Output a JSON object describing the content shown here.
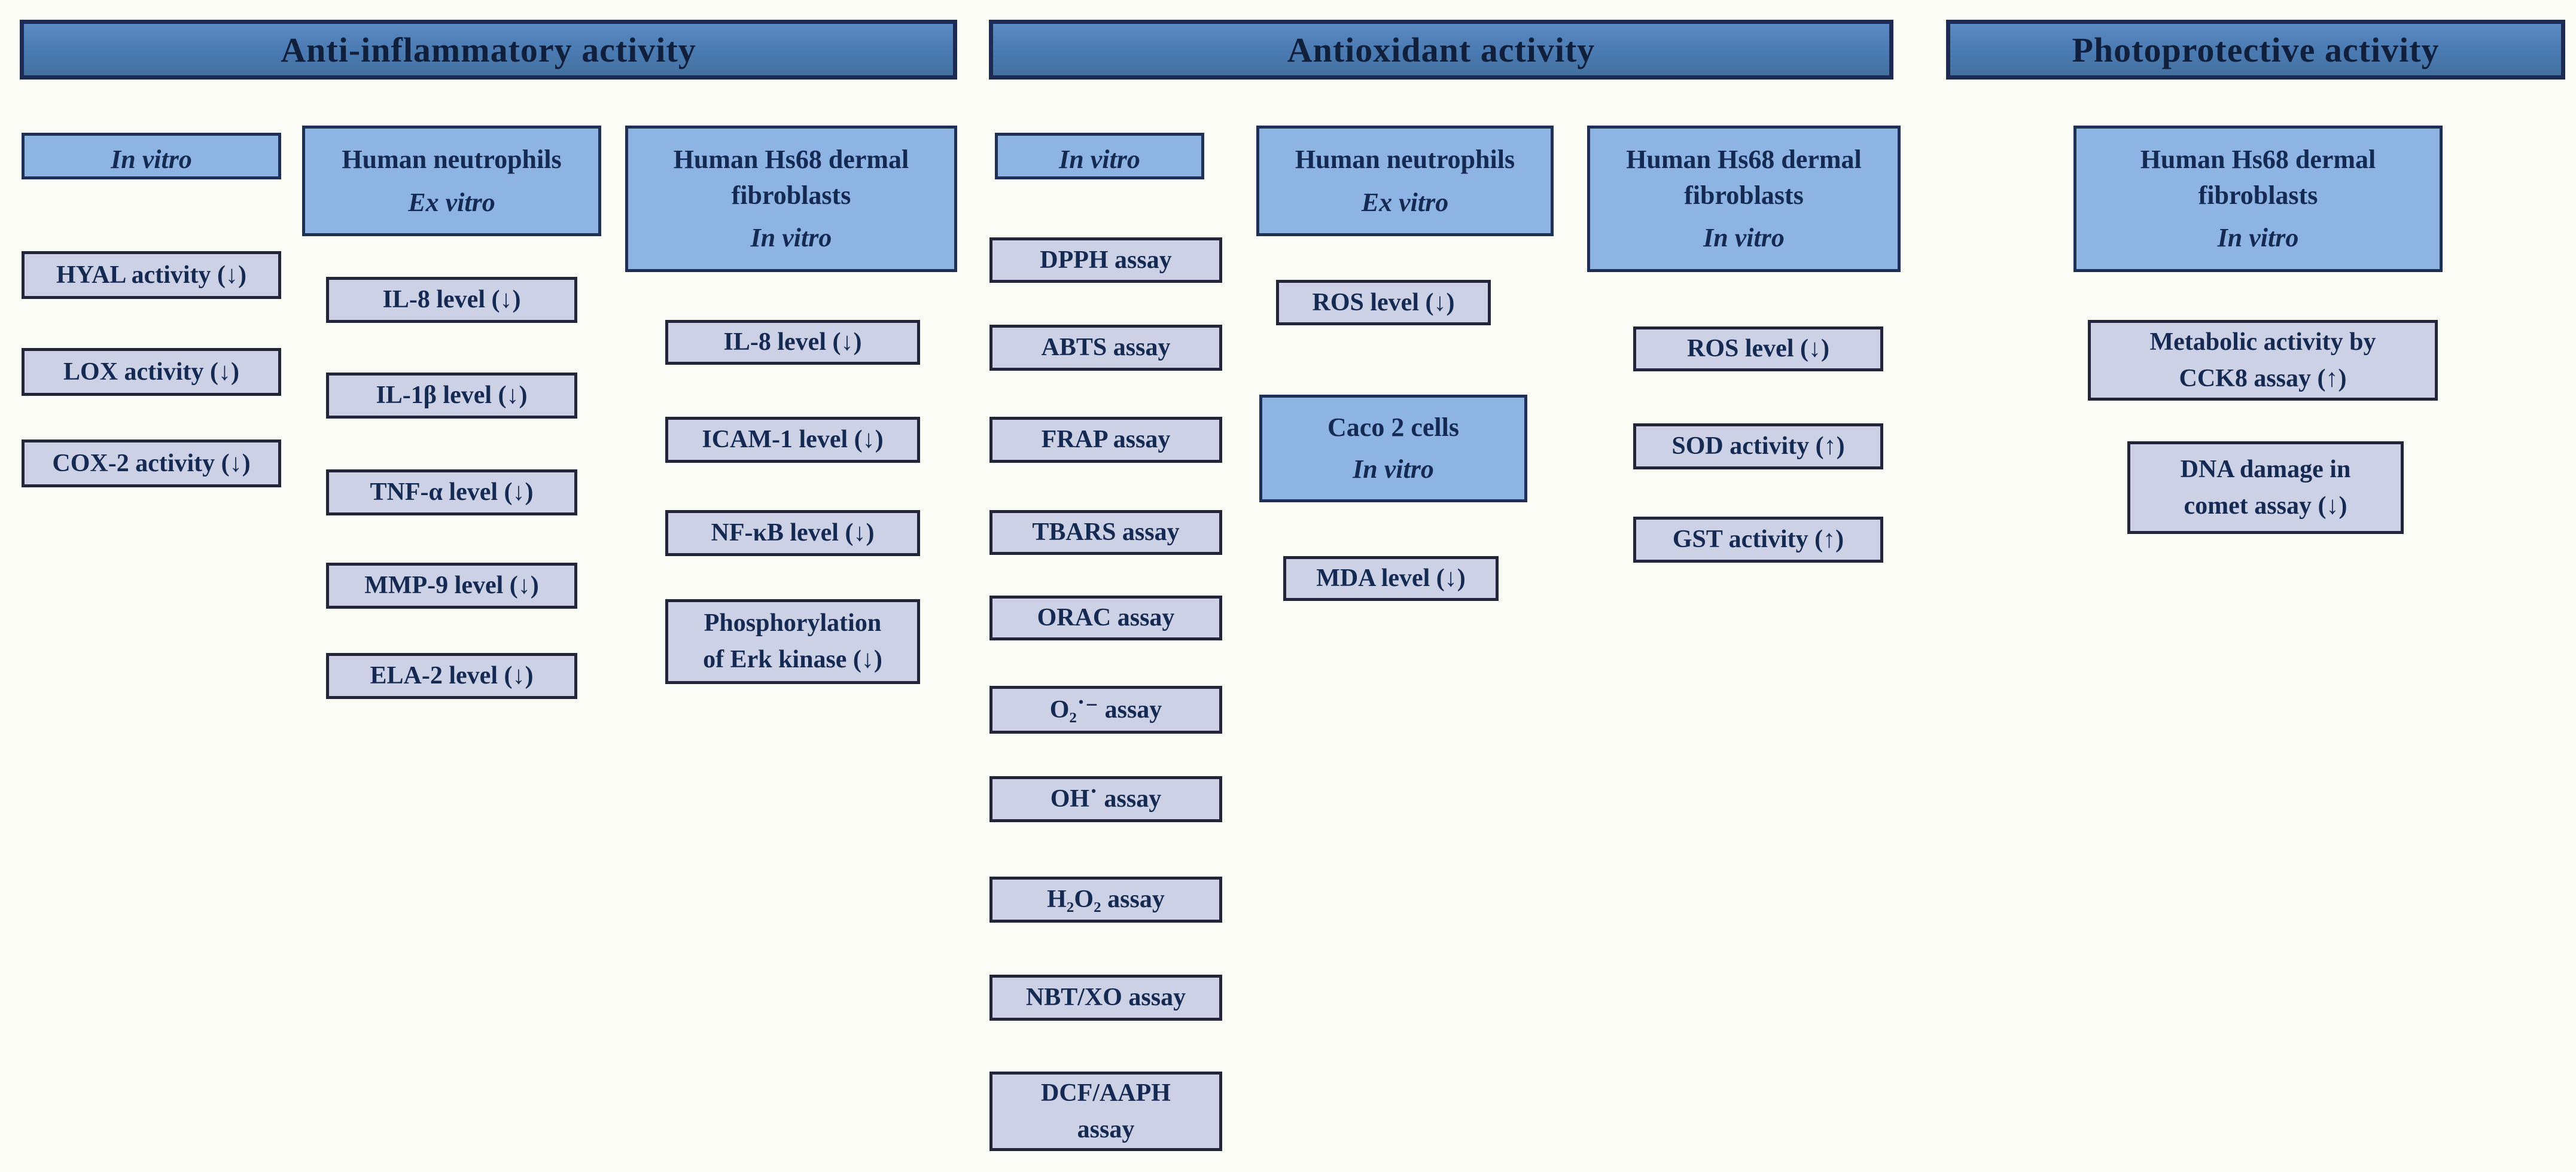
{
  "colors": {
    "page_bg": "#fcfcf7",
    "header_fill_top": "#5c8ac2",
    "header_fill_mid": "#4a7ab2",
    "header_fill_bottom": "#44719f",
    "header_border": "#1d2b52",
    "cell_box_fill": "#8db4e2",
    "cell_box_border": "#1f3057",
    "outcome_box_fill": "#ccd1e6",
    "outcome_box_border": "#232639",
    "text": "#152a52"
  },
  "sections": {
    "anti": {
      "title": "Anti-inflammatory activity",
      "invitro": {
        "subtitle": "In vitro"
      },
      "col1_items": [
        "HYAL activity (↓)",
        "LOX activity (↓)",
        "COX-2 activity (↓)"
      ],
      "neutrophils": {
        "title": "Human neutrophils",
        "subtitle": "Ex vitro"
      },
      "col2_items": [
        "IL-8 level (↓)",
        "IL-1β level (↓)",
        "TNF-α level (↓)",
        "MMP-9 level (↓)",
        "ELA-2 level (↓)"
      ],
      "fibroblasts": {
        "title": "Human Hs68 dermal fibroblasts",
        "subtitle": "In vitro"
      },
      "col3_items": [
        "IL-8 level (↓)",
        "ICAM-1 level (↓)",
        "NF-κB level (↓)",
        "Phosphorylation\nof Erk kinase (↓)"
      ]
    },
    "antiox": {
      "title": "Antioxidant activity",
      "invitro": {
        "subtitle": "In vitro"
      },
      "assay_items": [
        "DPPH assay",
        "ABTS assay",
        "FRAP assay",
        "TBARS assay",
        "ORAC assay",
        "O₂˙⁻ assay",
        "OH˙ assay",
        "H₂O₂ assay",
        "NBT/XO assay",
        "DCF/AAPH\nassay"
      ],
      "neutrophils": {
        "title": "Human neutrophils",
        "subtitle": "Ex vitro"
      },
      "neutrophils_items": [
        "ROS level (↓)"
      ],
      "caco": {
        "title": "Caco 2 cells",
        "subtitle": "In vitro"
      },
      "caco_items": [
        "MDA level (↓)"
      ],
      "fibroblasts": {
        "title": "Human Hs68 dermal fibroblasts",
        "subtitle": "In vitro"
      },
      "fibroblasts_items": [
        "ROS level (↓)",
        "SOD activity (↑)",
        "GST activity (↑)"
      ]
    },
    "photo": {
      "title": "Photoprotective activity",
      "fibroblasts": {
        "title": "Human Hs68 dermal fibroblasts",
        "subtitle": "In vitro"
      },
      "items": [
        "Metabolic activity by\nCCK8 assay (↑)",
        "DNA damage in\ncomet assay (↓)"
      ]
    }
  }
}
